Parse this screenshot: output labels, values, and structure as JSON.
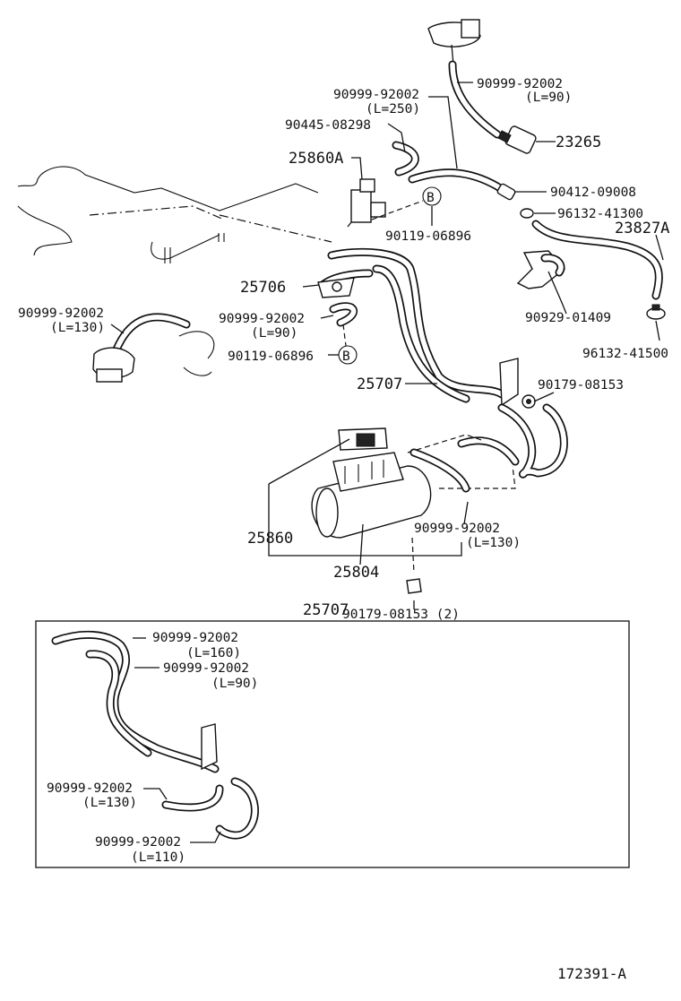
{
  "diagram": {
    "drawing_number": "172391-A",
    "inset_title": "25707",
    "ref_marker": "B",
    "labels": [
      {
        "id": "l1",
        "lines": [
          "90999-92002",
          "(L=90)"
        ]
      },
      {
        "id": "l2",
        "lines": [
          "90999-92002",
          "(L=250)"
        ]
      },
      {
        "id": "l3",
        "lines": [
          "90445-08298"
        ]
      },
      {
        "id": "l4",
        "lines": [
          "23265"
        ]
      },
      {
        "id": "l5",
        "lines": [
          "25860A"
        ]
      },
      {
        "id": "l6",
        "lines": [
          "90412-09008"
        ]
      },
      {
        "id": "l7",
        "lines": [
          "96132-41300"
        ]
      },
      {
        "id": "l8",
        "lines": [
          "90119-06896"
        ]
      },
      {
        "id": "l9",
        "lines": [
          "23827A"
        ]
      },
      {
        "id": "l10",
        "lines": [
          "25706"
        ]
      },
      {
        "id": "l11",
        "lines": [
          "90999-92002",
          "(L=130)"
        ]
      },
      {
        "id": "l12",
        "lines": [
          "90999-92002",
          "(L=90)"
        ]
      },
      {
        "id": "l13",
        "lines": [
          "90929-01409"
        ]
      },
      {
        "id": "l14",
        "lines": [
          "96132-41500"
        ]
      },
      {
        "id": "l15",
        "lines": [
          "90119-06896"
        ]
      },
      {
        "id": "l16",
        "lines": [
          "25707"
        ]
      },
      {
        "id": "l17",
        "lines": [
          "90179-08153"
        ]
      },
      {
        "id": "l18",
        "lines": [
          "90999-92002",
          "(L=130)"
        ]
      },
      {
        "id": "l19",
        "lines": [
          "25860"
        ]
      },
      {
        "id": "l20",
        "lines": [
          "25804"
        ]
      },
      {
        "id": "l21",
        "lines": [
          "90179-08153 (2)"
        ]
      },
      {
        "id": "l22",
        "lines": [
          "90999-92002",
          "(L=160)"
        ]
      },
      {
        "id": "l23",
        "lines": [
          "90999-92002",
          "(L=90)"
        ]
      },
      {
        "id": "l24",
        "lines": [
          "90999-92002",
          "(L=130)"
        ]
      },
      {
        "id": "l25",
        "lines": [
          "90999-92002",
          "(L=110)"
        ]
      }
    ]
  }
}
